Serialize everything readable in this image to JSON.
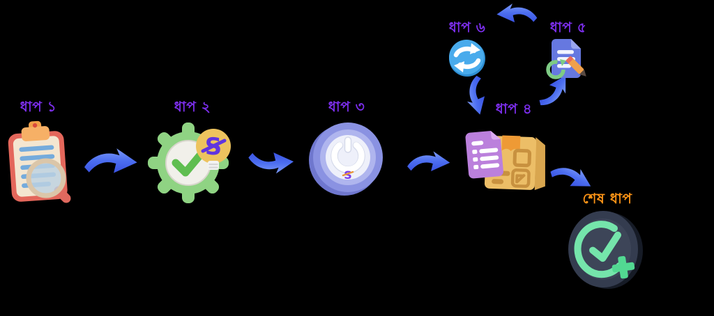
{
  "diagram": {
    "background_color": "#000000",
    "step_label_color": "#7B2EEB",
    "final_label_color": "#FF9416",
    "arrow_color": "#4C6EF0",
    "steps": [
      {
        "id": "step-1",
        "label": "ধাপ ১",
        "icon": "clipboard-search-icon"
      },
      {
        "id": "step-2",
        "label": "ধাপ ২",
        "icon": "gear-check-lightbulb-icon",
        "bulb_glyph": "S"
      },
      {
        "id": "step-3",
        "label": "ধাপ ৩",
        "icon": "power-button-icon",
        "center_glyph": "S"
      },
      {
        "id": "step-4",
        "label": "ধাপ ৪",
        "icon": "package-document-icon"
      },
      {
        "id": "step-5",
        "label": "ধাপ ৫",
        "icon": "document-edit-icon"
      },
      {
        "id": "step-6",
        "label": "ধাপ ৬",
        "icon": "refresh-sync-icon"
      },
      {
        "id": "final-step",
        "label": "শেষ ধাপ",
        "icon": "check-plus-badge-icon"
      }
    ],
    "arrows": [
      {
        "from": "step-1",
        "to": "step-2"
      },
      {
        "from": "step-2",
        "to": "step-3"
      },
      {
        "from": "step-3",
        "to": "step-4"
      },
      {
        "from": "step-4",
        "to": "step-5"
      },
      {
        "from": "step-5",
        "to": "step-6"
      },
      {
        "from": "step-6",
        "to": "step-4"
      },
      {
        "from": "step-4",
        "to": "final-step"
      }
    ]
  }
}
